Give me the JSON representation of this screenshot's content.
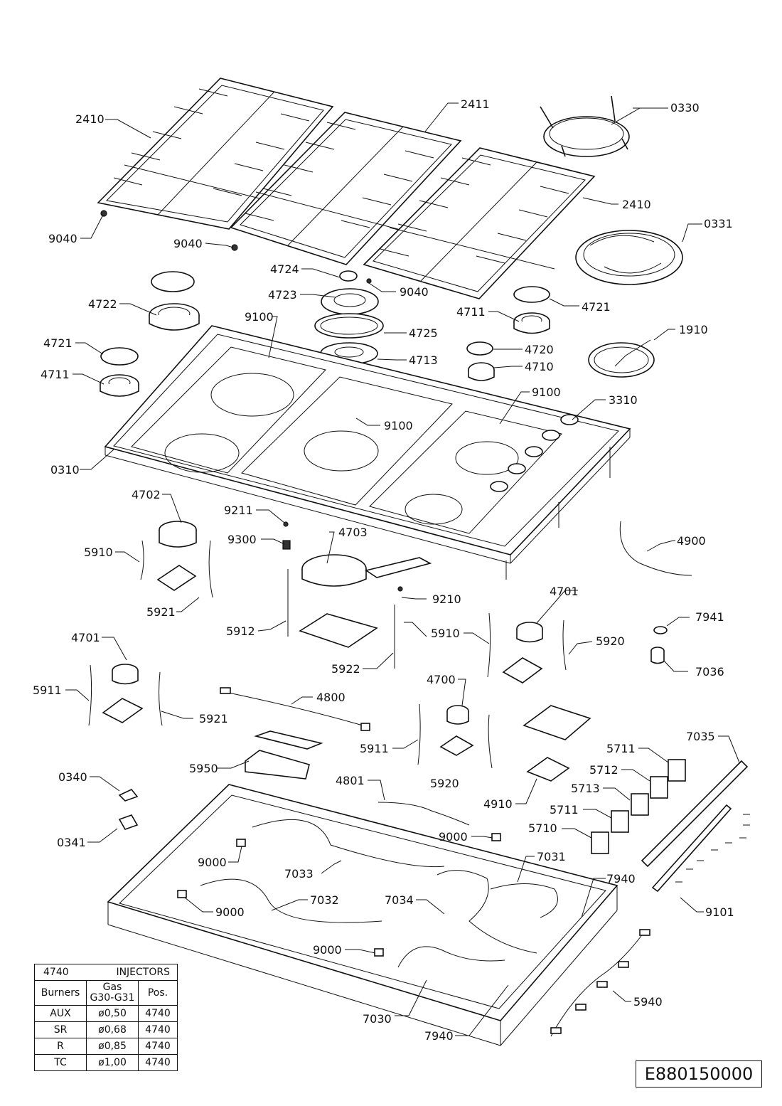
{
  "labels": [
    {
      "id": "l0330",
      "text": "0330"
    },
    {
      "id": "l2411",
      "text": "2411"
    },
    {
      "id": "l2410a",
      "text": "2410"
    },
    {
      "id": "l2410b",
      "text": "2410"
    },
    {
      "id": "l0331",
      "text": "0331"
    },
    {
      "id": "l9040a",
      "text": "9040"
    },
    {
      "id": "l9040b",
      "text": "9040"
    },
    {
      "id": "l9040c",
      "text": "9040"
    },
    {
      "id": "l4724",
      "text": "4724"
    },
    {
      "id": "l4723",
      "text": "4723"
    },
    {
      "id": "l4722",
      "text": "4722"
    },
    {
      "id": "l4721a",
      "text": "4721"
    },
    {
      "id": "l4721b",
      "text": "4721"
    },
    {
      "id": "l4711a",
      "text": "4711"
    },
    {
      "id": "l4711b",
      "text": "4711"
    },
    {
      "id": "l4725",
      "text": "4725"
    },
    {
      "id": "l4713",
      "text": "4713"
    },
    {
      "id": "l4720",
      "text": "4720"
    },
    {
      "id": "l4710",
      "text": "4710"
    },
    {
      "id": "l1910",
      "text": "1910"
    },
    {
      "id": "l9100a",
      "text": "9100"
    },
    {
      "id": "l9100b",
      "text": "9100"
    },
    {
      "id": "l9100c",
      "text": "9100"
    },
    {
      "id": "l3310",
      "text": "3310"
    },
    {
      "id": "l0310",
      "text": "0310"
    },
    {
      "id": "l4702",
      "text": "4702"
    },
    {
      "id": "l9211",
      "text": "9211"
    },
    {
      "id": "l9300",
      "text": "9300"
    },
    {
      "id": "l4703",
      "text": "4703"
    },
    {
      "id": "l4900",
      "text": "4900"
    },
    {
      "id": "l5910a",
      "text": "5910"
    },
    {
      "id": "l5910b",
      "text": "5910"
    },
    {
      "id": "l5921a",
      "text": "5921"
    },
    {
      "id": "l5921b",
      "text": "5921"
    },
    {
      "id": "l9210",
      "text": "9210"
    },
    {
      "id": "l4701a",
      "text": "4701"
    },
    {
      "id": "l4701b",
      "text": "4701"
    },
    {
      "id": "l5912",
      "text": "5912"
    },
    {
      "id": "l7941",
      "text": "7941"
    },
    {
      "id": "l5920a",
      "text": "5920"
    },
    {
      "id": "l5920b",
      "text": "5920"
    },
    {
      "id": "l7036",
      "text": "7036"
    },
    {
      "id": "l5922",
      "text": "5922"
    },
    {
      "id": "l5911a",
      "text": "5911"
    },
    {
      "id": "l5911b",
      "text": "5911"
    },
    {
      "id": "l4700",
      "text": "4700"
    },
    {
      "id": "l4800",
      "text": "4800"
    },
    {
      "id": "l5950",
      "text": "5950"
    },
    {
      "id": "l7035",
      "text": "7035"
    },
    {
      "id": "l5711a",
      "text": "5711"
    },
    {
      "id": "l5711b",
      "text": "5711"
    },
    {
      "id": "l5712",
      "text": "5712"
    },
    {
      "id": "l5713",
      "text": "5713"
    },
    {
      "id": "l5710",
      "text": "5710"
    },
    {
      "id": "l0340",
      "text": "0340"
    },
    {
      "id": "l0341",
      "text": "0341"
    },
    {
      "id": "l4801",
      "text": "4801"
    },
    {
      "id": "l4910",
      "text": "4910"
    },
    {
      "id": "l9000a",
      "text": "9000"
    },
    {
      "id": "l9000b",
      "text": "9000"
    },
    {
      "id": "l9000c",
      "text": "9000"
    },
    {
      "id": "l9000d",
      "text": "9000"
    },
    {
      "id": "l7031",
      "text": "7031"
    },
    {
      "id": "l7033",
      "text": "7033"
    },
    {
      "id": "l7940a",
      "text": "7940"
    },
    {
      "id": "l7940b",
      "text": "7940"
    },
    {
      "id": "l7032",
      "text": "7032"
    },
    {
      "id": "l7034",
      "text": "7034"
    },
    {
      "id": "l9101",
      "text": "9101"
    },
    {
      "id": "l5940",
      "text": "5940"
    },
    {
      "id": "l7030",
      "text": "7030"
    }
  ],
  "table": {
    "code": "4740",
    "title": "INJECTORS",
    "headers": {
      "burners": "Burners",
      "gas": "Gas",
      "gas_type": "G30-G31",
      "pos": "Pos."
    },
    "rows": [
      {
        "burner": "AUX",
        "gas": "ø0,50",
        "pos": "4740"
      },
      {
        "burner": "SR",
        "gas": "ø0,68",
        "pos": "4740"
      },
      {
        "burner": "R",
        "gas": "ø0,85",
        "pos": "4740"
      },
      {
        "burner": "TC",
        "gas": "ø1,00",
        "pos": "4740"
      }
    ]
  },
  "reference": "E880150000"
}
